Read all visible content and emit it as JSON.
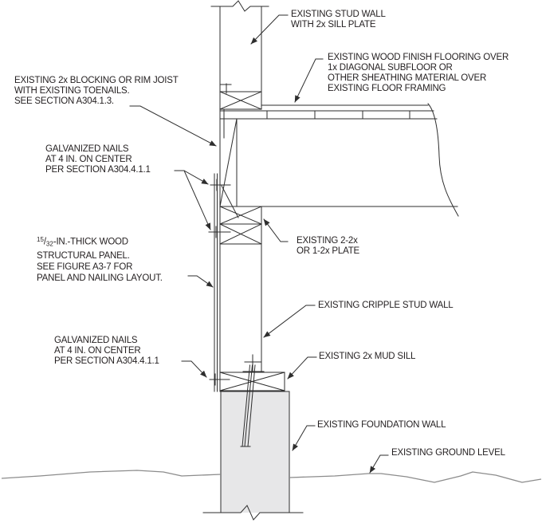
{
  "figure": {
    "type": "construction-detail-diagram",
    "colors": {
      "line": "#2e2e2e",
      "ground": "#8c8c8c",
      "foundation_fill": "#e7e7e8",
      "text": "#231f20",
      "background": "#ffffff"
    },
    "labels": {
      "stud_wall": {
        "line1": "EXISTING STUD WALL",
        "line2": "WITH 2x SILL PLATE"
      },
      "flooring": {
        "line1": "EXISTING WOOD FINISH FLOORING OVER",
        "line2": "1x DIAGONAL SUBFLOOR OR",
        "line3": "OTHER SHEATHING MATERIAL OVER",
        "line4": "EXISTING FLOOR FRAMING"
      },
      "blocking": {
        "line1": "EXISTING 2x BLOCKING OR RIM JOIST",
        "line2": "WITH EXISTING TOENAILS.",
        "line3": "SEE SECTION A304.1.3."
      },
      "nails_upper": {
        "line1": "GALVANIZED NAILS",
        "line2": "AT 4 IN. ON CENTER",
        "line3": "PER SECTION A304.4.1.1"
      },
      "panel": {
        "fraction_numerator": "15",
        "fraction_slash": "/",
        "fraction_denominator": "32",
        "line1_rest": "-IN.-THICK WOOD",
        "line2": "STRUCTURAL PANEL.",
        "line3": "SEE FIGURE A3-7 FOR",
        "line4": "PANEL AND NAILING LAYOUT."
      },
      "nails_lower": {
        "line1": "GALVANIZED NAILS",
        "line2": "AT 4 IN. ON CENTER",
        "line3": "PER SECTION A304.4.1.1"
      },
      "plate": {
        "line1": "EXISTING 2-2x",
        "line2": "OR 1-2x PLATE"
      },
      "cripple_wall": {
        "line1": "EXISTING CRIPPLE STUD WALL"
      },
      "mud_sill": {
        "line1": "EXISTING 2x MUD SILL"
      },
      "foundation_wall": {
        "line1": "EXISTING FOUNDATION WALL"
      },
      "ground_level": {
        "line1": "EXISTING GROUND LEVEL"
      }
    }
  }
}
